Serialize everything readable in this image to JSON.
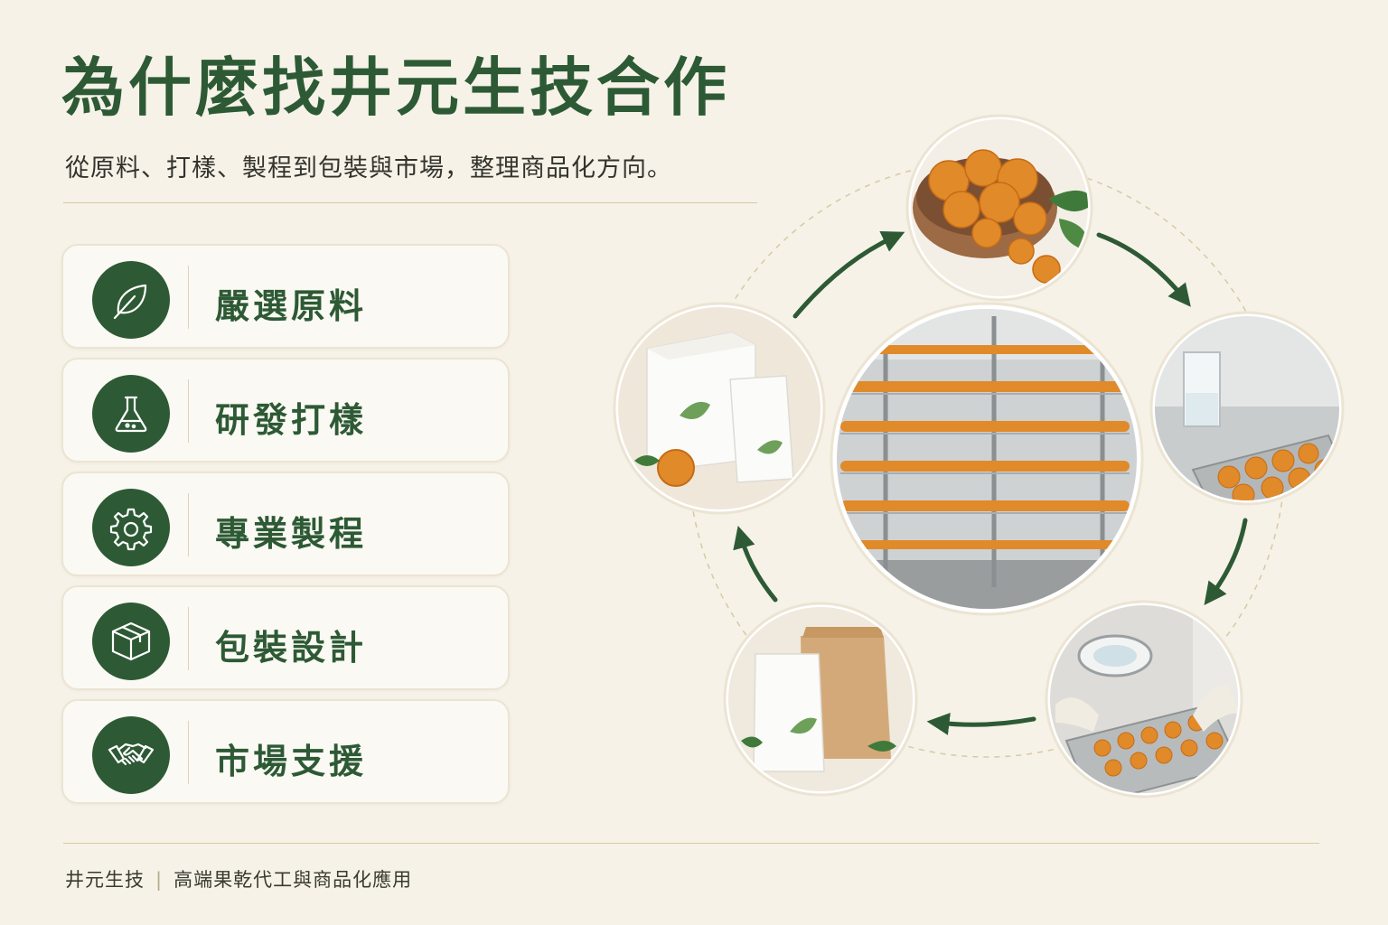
{
  "header": {
    "title": "為什麼找井元生技合作",
    "subtitle": "從原料、打樣、製程到包裝與市場，整理商品化方向。"
  },
  "features": [
    {
      "label": "嚴選原料",
      "icon": "leaf-icon"
    },
    {
      "label": "研發打樣",
      "icon": "flask-icon"
    },
    {
      "label": "專業製程",
      "icon": "gear-icon"
    },
    {
      "label": "包裝設計",
      "icon": "box-icon"
    },
    {
      "label": "市場支援",
      "icon": "handshake-icon"
    }
  ],
  "cycle_images": [
    {
      "name": "dried-orange-bowl-photo"
    },
    {
      "name": "lab-beaker-tray-photo"
    },
    {
      "name": "quality-inspection-photo"
    },
    {
      "name": "pouch-packaging-photo"
    },
    {
      "name": "box-and-pouch-photo"
    },
    {
      "name": "drying-racks-photo"
    }
  ],
  "footer": {
    "brand": "井元生技",
    "separator": "|",
    "tagline": "高端果乾代工與商品化應用"
  },
  "colors": {
    "accent": "#2d5a35",
    "background": "#f6f2e8",
    "orange": "#e08a2a"
  }
}
